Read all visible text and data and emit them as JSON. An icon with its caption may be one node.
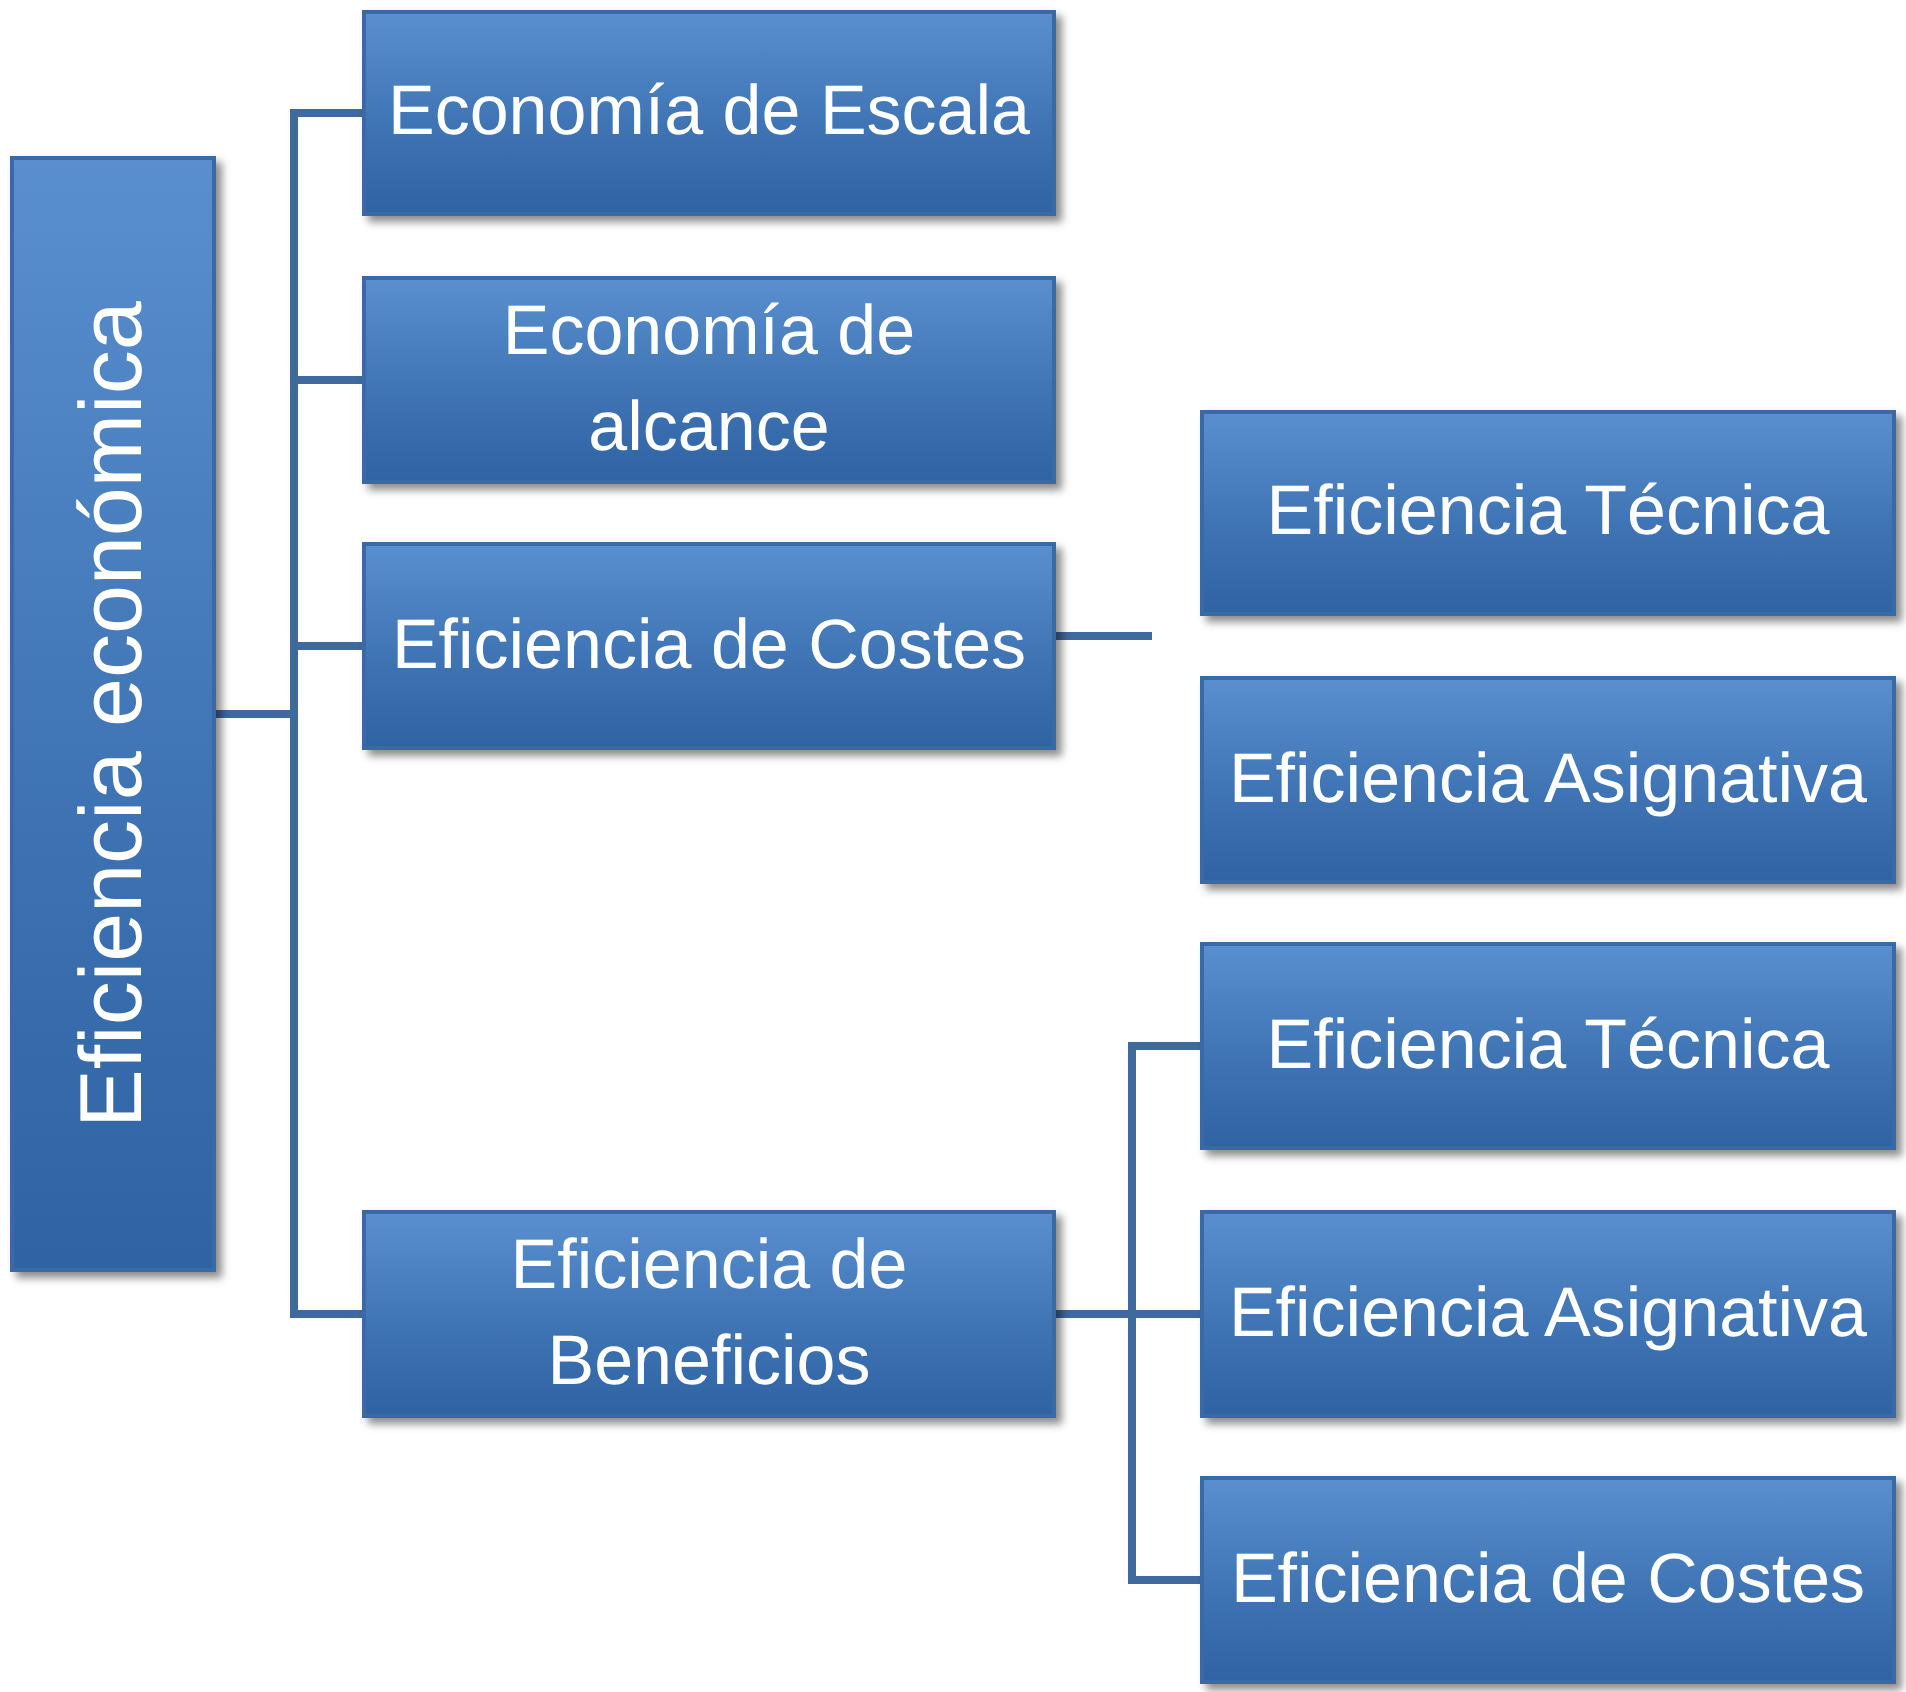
{
  "diagram": {
    "nodes": [
      {
        "text": [
          "Eficiencia económica"
        ]
      },
      {
        "text": [
          "Economía de Escala"
        ]
      },
      {
        "text": [
          "Economía de alcance"
        ]
      },
      {
        "text": [
          "Eficiencia de Costes"
        ]
      },
      {
        "text": [
          "Eficiencia de Beneficios"
        ]
      },
      {
        "text": [
          "Eficiencia Técnica"
        ]
      },
      {
        "text": [
          "Eficiencia Asignativa"
        ]
      },
      {
        "text": [
          "Eficiencia Técnica"
        ]
      },
      {
        "text": [
          "Eficiencia Asignativa"
        ]
      },
      {
        "text": [
          "Eficiencia de Costes"
        ]
      }
    ],
    "edges": [
      {
        "from": 0,
        "to": 1,
        "arrow": "none"
      },
      {
        "from": 0,
        "to": 2,
        "arrow": "none"
      },
      {
        "from": 0,
        "to": 3,
        "arrow": "none"
      },
      {
        "from": 0,
        "to": 4,
        "arrow": "none"
      },
      {
        "from": 3,
        "to": null,
        "arrow": "none"
      },
      {
        "from": 4,
        "to": 7,
        "arrow": "none"
      },
      {
        "from": 4,
        "to": 8,
        "arrow": "none"
      },
      {
        "from": 4,
        "to": 9,
        "arrow": "none"
      }
    ]
  }
}
